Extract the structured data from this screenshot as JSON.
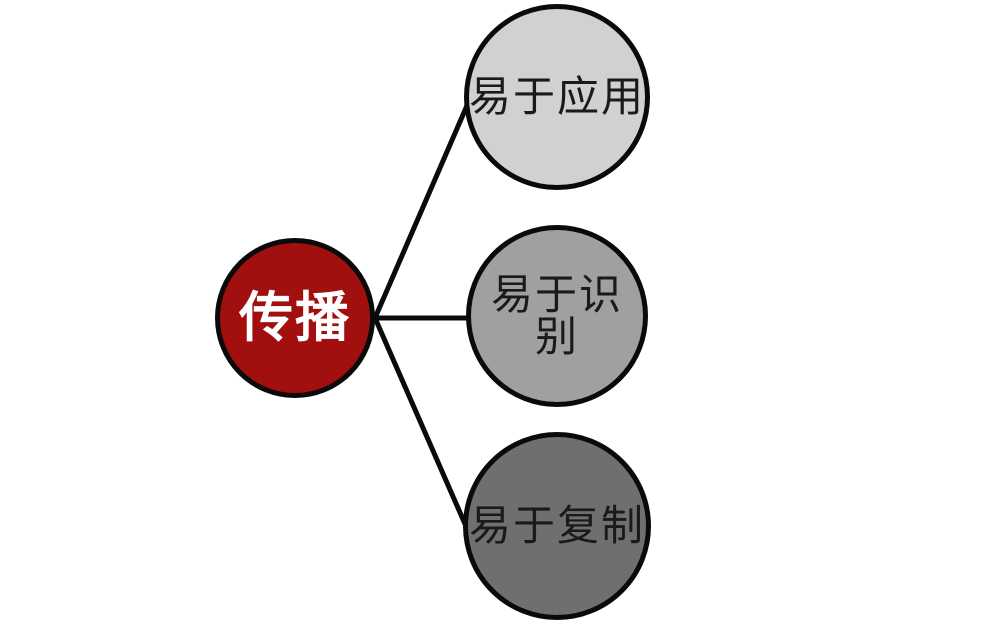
{
  "diagram": {
    "background_color": "#ffffff",
    "outline_color": "#0a0a0a",
    "root_node": {
      "label": "传播",
      "fill_color": "#a10f0f",
      "text_color": "#ffffff"
    },
    "child_nodes": [
      {
        "label": "易于应用",
        "fill_color": "#d1d1d1",
        "text_color": "#1a1a1a"
      },
      {
        "label": "易于识别",
        "fill_color": "#a0a0a0",
        "text_color": "#1a1a1a"
      },
      {
        "label": "易于复制",
        "fill_color": "#6f6f6f",
        "text_color": "#1a1a1a"
      }
    ]
  }
}
